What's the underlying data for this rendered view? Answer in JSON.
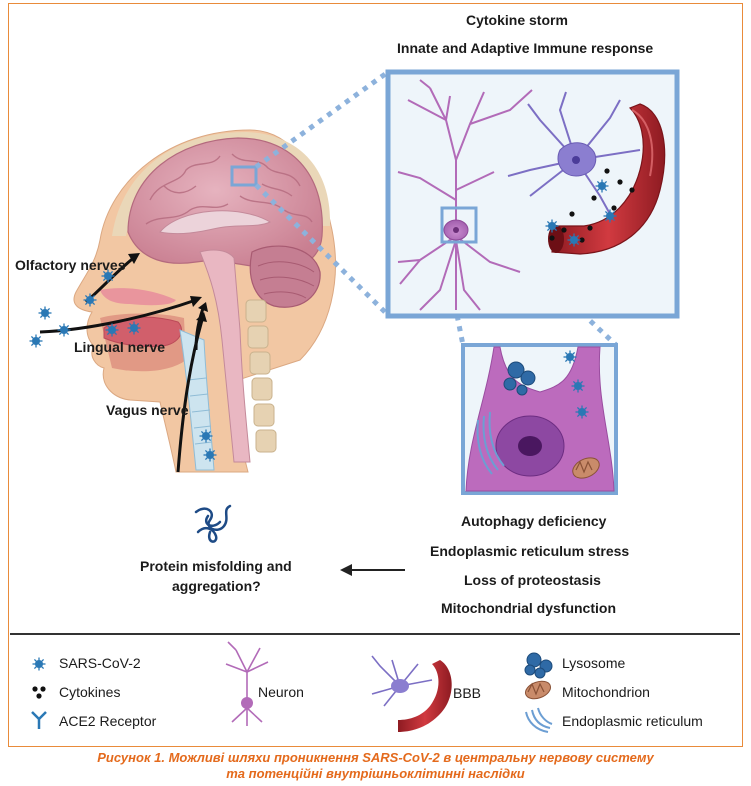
{
  "top": {
    "line1": "Cytokine storm",
    "line2": "Innate and Adaptive Immune response"
  },
  "nerves": {
    "olfactory": "Olfactory nerves",
    "lingual": "Lingual nerve",
    "vagus": "Vagus nerve"
  },
  "mechanisms": [
    "Autophagy deficiency",
    "Endoplasmic reticulum stress",
    "Loss of proteostasis",
    "Mitochondrial  dysfunction"
  ],
  "protein": {
    "line1": "Protein misfolding and",
    "line2": "aggregation?"
  },
  "legend": {
    "sars": "SARS-CoV-2",
    "cytokines": "Cytokines",
    "ace2": "ACE2 Receptor",
    "neuron": "Neuron",
    "bbb": "BBB",
    "lysosome": "Lysosome",
    "mitochondrion": "Mitochondrion",
    "er": "Endoplasmic reticulum"
  },
  "caption": {
    "line1": "Рисунок 1. Можливі шляхи проникнення SARS-CoV-2 в центральну нервову систему",
    "line2": "та потенційні внутрішньоклітинні наслідки"
  },
  "colors": {
    "frame": "#e98b3a",
    "caption": "#e46a1c",
    "virus": "#2a78b5",
    "zoom_box": "#7aa6d6",
    "neuron": "#b26bb8",
    "brain": "#d99aa8",
    "vessel": "#b3262c"
  }
}
